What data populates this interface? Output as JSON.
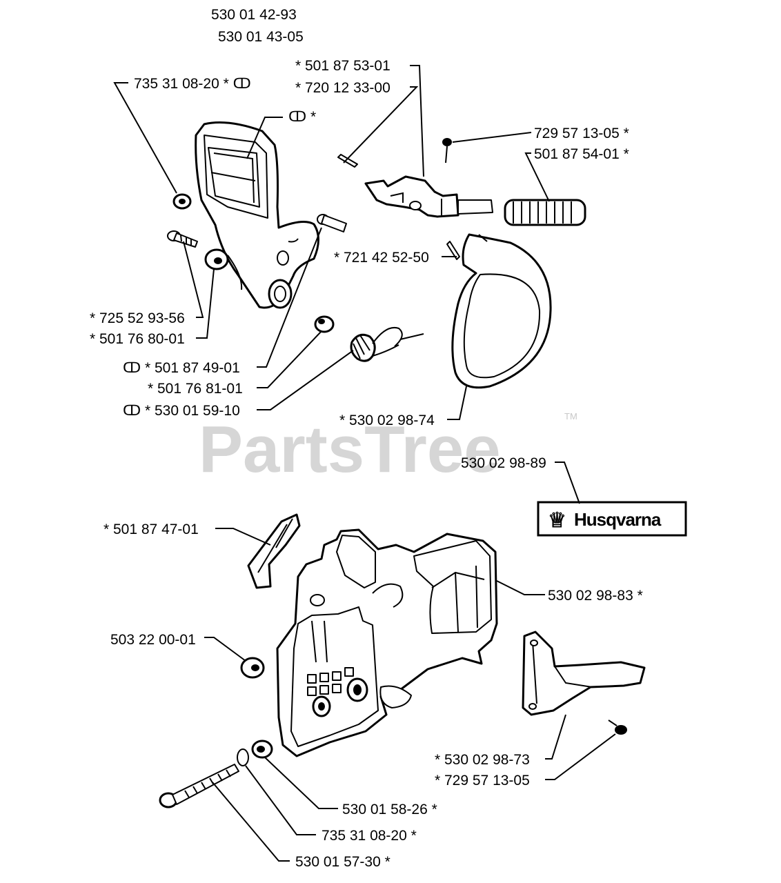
{
  "watermark": "PartsTree",
  "trademark": "TM",
  "brand_plate": "Husqvarna",
  "labels": {
    "top1": "530 01 42-93",
    "top2": "530 01 43-05",
    "l01": "*  501 87 53-01",
    "l02": "*  720 12 33-00",
    "l03": "735 31 08-20  *  ↀ",
    "l04": "ↀ  *",
    "l05": "729 57 13-05  *",
    "l06": "501 87 54-01  *",
    "l07": "*  721 42 52-50",
    "l08": "*  725 52 93-56",
    "l09": "*  501 76 80-01",
    "l10": "ↀ  *  501 87 49-01",
    "l11": "*  501 76 81-01",
    "l12": "ↀ  *  530 01 59-10",
    "l13": "*  530 02 98-74",
    "l14": "530 02 98-89",
    "l15": "*  501 87 47-01",
    "l16": "530 02 98-83  *",
    "l17": "503 22 00-01",
    "l18": "*  530 02 98-73",
    "l19": "*  729 57 13-05",
    "l20": "530 01 58-26  *",
    "l21": "735 31 08-20  *",
    "l22": "530 01 57-30  *"
  }
}
